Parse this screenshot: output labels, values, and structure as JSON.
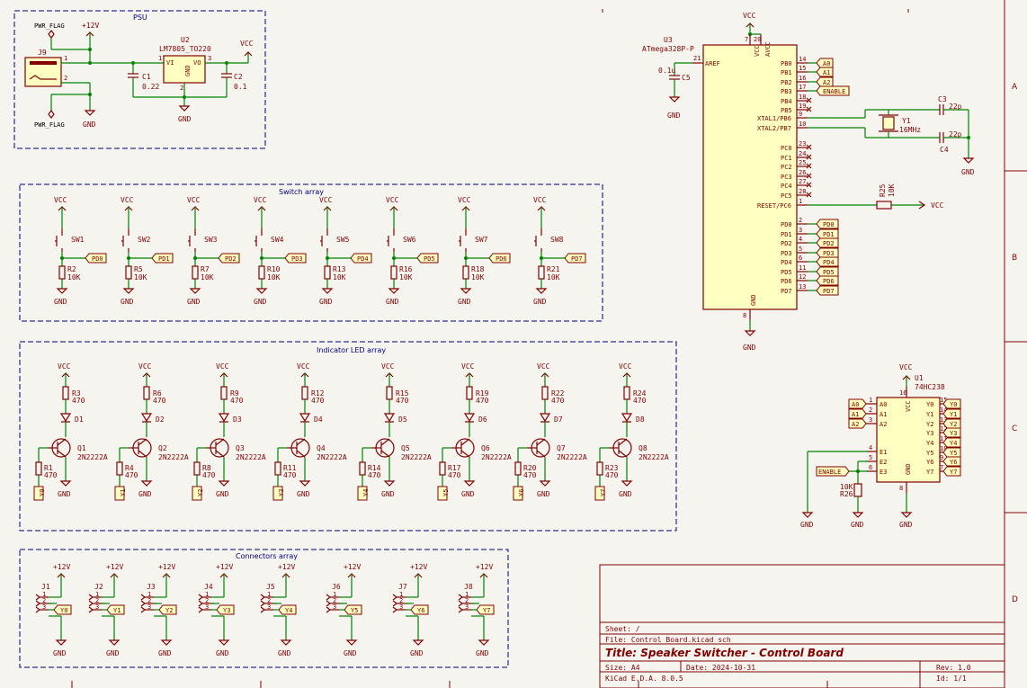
{
  "psu": {
    "title": "PSU",
    "pwr_flag": "PWR_FLAG",
    "plus12v": "+12V",
    "vcc": "VCC",
    "gnd": "GND",
    "j9": "J9",
    "u2_ref": "U2",
    "u2_val": "LM7805_TO220",
    "vi": "VI",
    "vo": "VO",
    "c1_ref": "C1",
    "c1_val": "0.22",
    "c2_ref": "C2",
    "c2_val": "0.1",
    "pin1": "1",
    "pin2": "2",
    "pin3": "3"
  },
  "mcu": {
    "vcc": "VCC",
    "gnd": "GND",
    "ref": "U3",
    "value": "ATmega328P-P",
    "aref": "AREF",
    "vcc_pin": "VCC",
    "avcc_pin": "AVCC",
    "gnd_pin": "GND",
    "c5_val": "0.1u",
    "c5_ref": "C5",
    "left_pins": [
      "PB0",
      "PB1",
      "PB2",
      "PB3",
      "PB4",
      "PB5",
      "XTAL1/PB6",
      "XTAL2/PB7",
      "PC0",
      "PC1",
      "PC2",
      "PC3",
      "PC4",
      "PC5",
      "RESET/PC6",
      "PD0",
      "PD1",
      "PD2",
      "PD3",
      "PD4",
      "PD5",
      "PD6",
      "PD7"
    ],
    "pin_numbers": [
      "14",
      "15",
      "16",
      "17",
      "18",
      "19",
      "9",
      "10",
      "23",
      "24",
      "25",
      "26",
      "27",
      "28",
      "1",
      "2",
      "3",
      "4",
      "5",
      "6",
      "11",
      "12",
      "13"
    ],
    "labels_b": [
      "A0",
      "A1",
      "A2",
      "ENABLE"
    ],
    "labels_d": [
      "PD0",
      "PD1",
      "PD2",
      "PD3",
      "PD4",
      "PD5",
      "PD6",
      "PD7"
    ],
    "y1_ref": "Y1",
    "y1_val": "16MHz",
    "c3": "C3",
    "c4": "C4",
    "cap22": "22p",
    "r25_ref": "R25",
    "r25_val": "10K",
    "pin7": "7",
    "pin20": "20",
    "pin21": "21",
    "pin8": "8"
  },
  "decoder": {
    "vcc": "VCC",
    "ref": "U1",
    "value": "74HC238",
    "inputs": [
      "A0",
      "A1",
      "A2"
    ],
    "outputs": [
      "Y0",
      "Y1",
      "Y2",
      "Y3",
      "Y4",
      "Y5",
      "Y6",
      "Y7"
    ],
    "out_pins": [
      "15",
      "14",
      "13",
      "12",
      "11",
      "10",
      "9",
      "7"
    ],
    "in_pins": [
      "1",
      "2",
      "3"
    ],
    "e_pins": [
      "4",
      "5",
      "6"
    ],
    "e_labels": [
      "E1",
      "E2",
      "E3"
    ],
    "vcc_pin": "VCC",
    "gnd_pin": "GND",
    "pin16": "16",
    "pin8": "8",
    "enable": "ENABLE",
    "r26_val": "10K",
    "r26_ref": "R26",
    "gnd": "GND",
    "a_labels": [
      "A0",
      "A1",
      "A2"
    ],
    "y_labels": [
      "Y0",
      "Y1",
      "Y2",
      "Y3",
      "Y4",
      "Y5",
      "Y6",
      "Y7"
    ]
  },
  "switches": {
    "title": "Switch array",
    "items": [
      {
        "sw": "SW1",
        "r": "R2",
        "val": "10K",
        "net": "PD0"
      },
      {
        "sw": "SW2",
        "r": "R5",
        "val": "10K",
        "net": "PD1"
      },
      {
        "sw": "SW3",
        "r": "R7",
        "val": "10K",
        "net": "PD2"
      },
      {
        "sw": "SW4",
        "r": "R10",
        "val": "10K",
        "net": "PD3"
      },
      {
        "sw": "SW5",
        "r": "R13",
        "val": "10K",
        "net": "PD4"
      },
      {
        "sw": "SW6",
        "r": "R16",
        "val": "10K",
        "net": "PD5"
      },
      {
        "sw": "SW7",
        "r": "R18",
        "val": "10K",
        "net": "PD6"
      },
      {
        "sw": "SW8",
        "r": "R21",
        "val": "10K",
        "net": "PD7"
      }
    ],
    "vcc": "VCC",
    "gnd": "GND"
  },
  "leds": {
    "title": "Indicator LED array",
    "items": [
      {
        "rled": "R3",
        "d": "D1",
        "q": "Q1",
        "rb": "R1",
        "net": "Y0"
      },
      {
        "rled": "R6",
        "d": "D2",
        "q": "Q2",
        "rb": "R4",
        "net": "Y1"
      },
      {
        "rled": "R9",
        "d": "D3",
        "q": "Q3",
        "rb": "R8",
        "net": "Y2"
      },
      {
        "rled": "R12",
        "d": "D4",
        "q": "Q4",
        "rb": "R11",
        "net": "Y3"
      },
      {
        "rled": "R15",
        "d": "D5",
        "q": "Q5",
        "rb": "R14",
        "net": "Y4"
      },
      {
        "rled": "R19",
        "d": "D6",
        "q": "Q6",
        "rb": "R17",
        "net": "Y5"
      },
      {
        "rled": "R22",
        "d": "D7",
        "q": "Q7",
        "rb": "R20",
        "net": "Y6"
      },
      {
        "rled": "R24",
        "d": "D8",
        "q": "Q8",
        "rb": "R23",
        "net": "Y7"
      }
    ],
    "rval": "470",
    "qval": "2N2222A",
    "vcc": "VCC",
    "gnd": "GND"
  },
  "connectors": {
    "title": "Connectors array",
    "items": [
      {
        "j": "J1",
        "net": "Y0"
      },
      {
        "j": "J2",
        "net": "Y1"
      },
      {
        "j": "J3",
        "net": "Y2"
      },
      {
        "j": "J4",
        "net": "Y3"
      },
      {
        "j": "J5",
        "net": "Y4"
      },
      {
        "j": "J6",
        "net": "Y5"
      },
      {
        "j": "J7",
        "net": "Y6"
      },
      {
        "j": "J8",
        "net": "Y7"
      }
    ],
    "plus12v": "+12V",
    "gnd": "GND",
    "pins": [
      "1",
      "2",
      "3"
    ]
  },
  "title_block": {
    "sheet": "Sheet: /",
    "file": "File: Control Board.kicad_sch",
    "title": "Title: Speaker Switcher - Control Board",
    "size": "Size: A4",
    "date": "Date: 2024-10-31",
    "rev": "Rev: 1.0",
    "tool": "KiCad E.D.A. 8.0.5",
    "id": "Id: 1/1"
  },
  "border": {
    "rows": [
      "A",
      "B",
      "C",
      "D"
    ]
  }
}
